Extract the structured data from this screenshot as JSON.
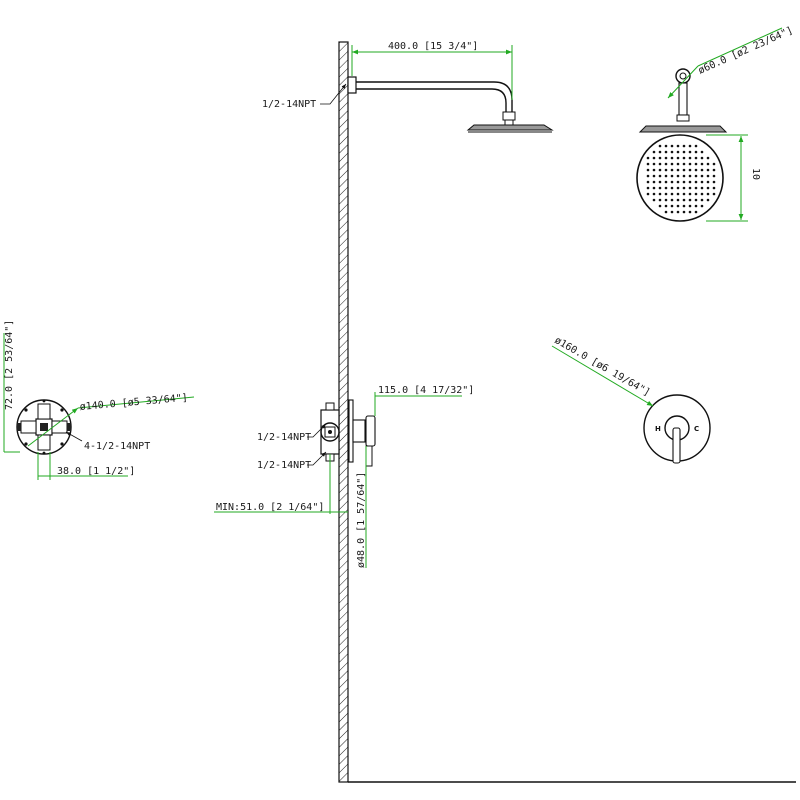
{
  "dimensions": {
    "arm_length": "400.0 [15 3/4\"]",
    "arm_thread": "1/2-14NPT",
    "flange_diameter": "ø60.0 [ø2 23/64\"]",
    "head_height": "10",
    "valve_height": "72.0 [2 53/64\"]",
    "valve_diameter": "ø140.0 [ø5 33/64\"]",
    "valve_ports": "4-1/2-14NPT",
    "valve_width": "38.0 [1 1/2\"]",
    "valve_depth": "115.0 [4 17/32\"]",
    "valve_inlet_top": "1/2-14NPT",
    "valve_inlet_bottom": "1/2-14NPT",
    "min_wall": "MIN:51.0 [2 1/64\"]",
    "body_diameter": "ø48.0 [1 57/64\"]",
    "trim_diameter": "ø160.0 [ø6 19/64\"]"
  },
  "trim_letters": {
    "hot": "H",
    "cold": "C"
  },
  "colors": {
    "dimension": "#22aa22",
    "ink": "#111111"
  }
}
